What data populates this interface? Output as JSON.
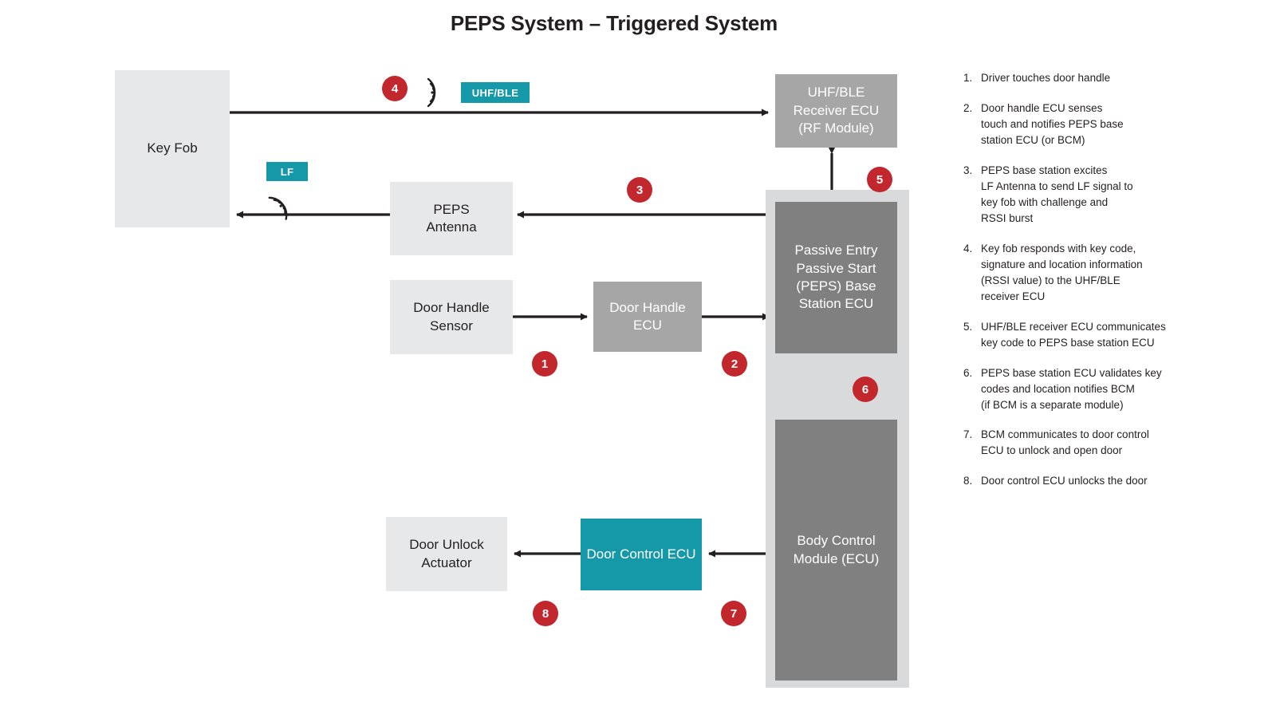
{
  "title": "PEPS System – Triggered System",
  "colors": {
    "accent_teal": "#1598a8",
    "badge_red": "#c1272d",
    "box_light": "#e7e8e9",
    "box_mid": "#a6a6a6",
    "box_dark": "#808080",
    "container_light": "#d9dadb",
    "text_dark": "#231f20",
    "arrow": "#231f20"
  },
  "nodes": {
    "key_fob": "Key Fob",
    "peps_antenna": "PEPS\nAntenna",
    "door_handle_sensor": "Door Handle\nSensor",
    "door_handle_ecu": "Door Handle\nECU",
    "uhf_ble_receiver": "UHF/BLE\nReceiver ECU\n(RF Module)",
    "peps_base_station": "Passive Entry\nPassive Start\n(PEPS) Base\nStation ECU",
    "body_control_module": "Body Control\nModule (ECU)",
    "door_control_ecu": "Door Control ECU",
    "door_unlock_actuator": "Door Unlock\nActuator"
  },
  "signal_tags": {
    "uhf_ble": "UHF/BLE",
    "lf": "LF"
  },
  "badges": [
    "1",
    "2",
    "3",
    "4",
    "5",
    "6",
    "7",
    "8"
  ],
  "legend": [
    {
      "num": "1.",
      "text": "Driver touches door handle"
    },
    {
      "num": "2.",
      "text": "Door handle ECU senses\ntouch and notifies PEPS base\nstation ECU (or BCM)"
    },
    {
      "num": "3.",
      "text": "PEPS base station excites\nLF Antenna to send LF signal to\nkey fob with challenge and\nRSSI burst"
    },
    {
      "num": "4.",
      "text": "Key fob responds with key code,\nsignature and location information\n(RSSI value) to the UHF/BLE\nreceiver ECU"
    },
    {
      "num": "5.",
      "text": "UHF/BLE receiver ECU communicates\nkey code to PEPS base station ECU"
    },
    {
      "num": "6.",
      "text": "PEPS base station ECU validates key\ncodes and location notifies BCM\n(if BCM is a separate module)"
    },
    {
      "num": "7.",
      "text": "BCM communicates to door control\nECU to unlock and open door"
    },
    {
      "num": "8.",
      "text": "Door control ECU unlocks the door"
    }
  ]
}
